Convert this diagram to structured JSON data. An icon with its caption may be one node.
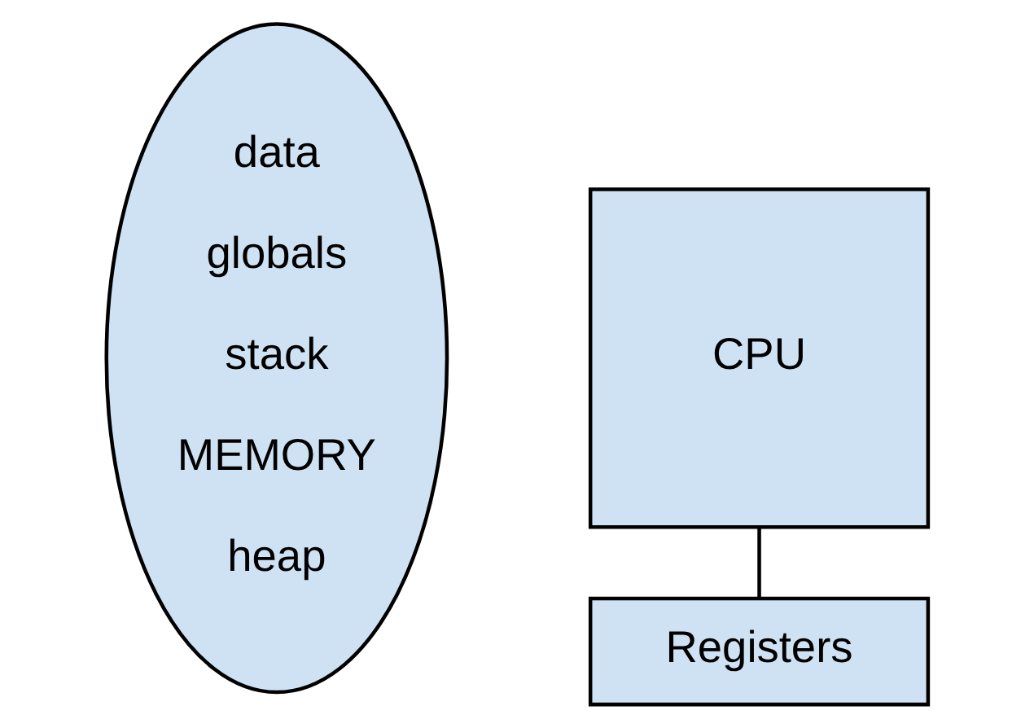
{
  "diagram": {
    "nodes": [
      {
        "text": [
          "data",
          "globals",
          "stack",
          "MEMORY",
          "heap"
        ]
      },
      {
        "text": [
          "CPU"
        ]
      },
      {
        "text": [
          "Registers"
        ]
      }
    ],
    "edges": [
      {
        "from": 1,
        "to": 2,
        "arrow": "none"
      }
    ]
  }
}
